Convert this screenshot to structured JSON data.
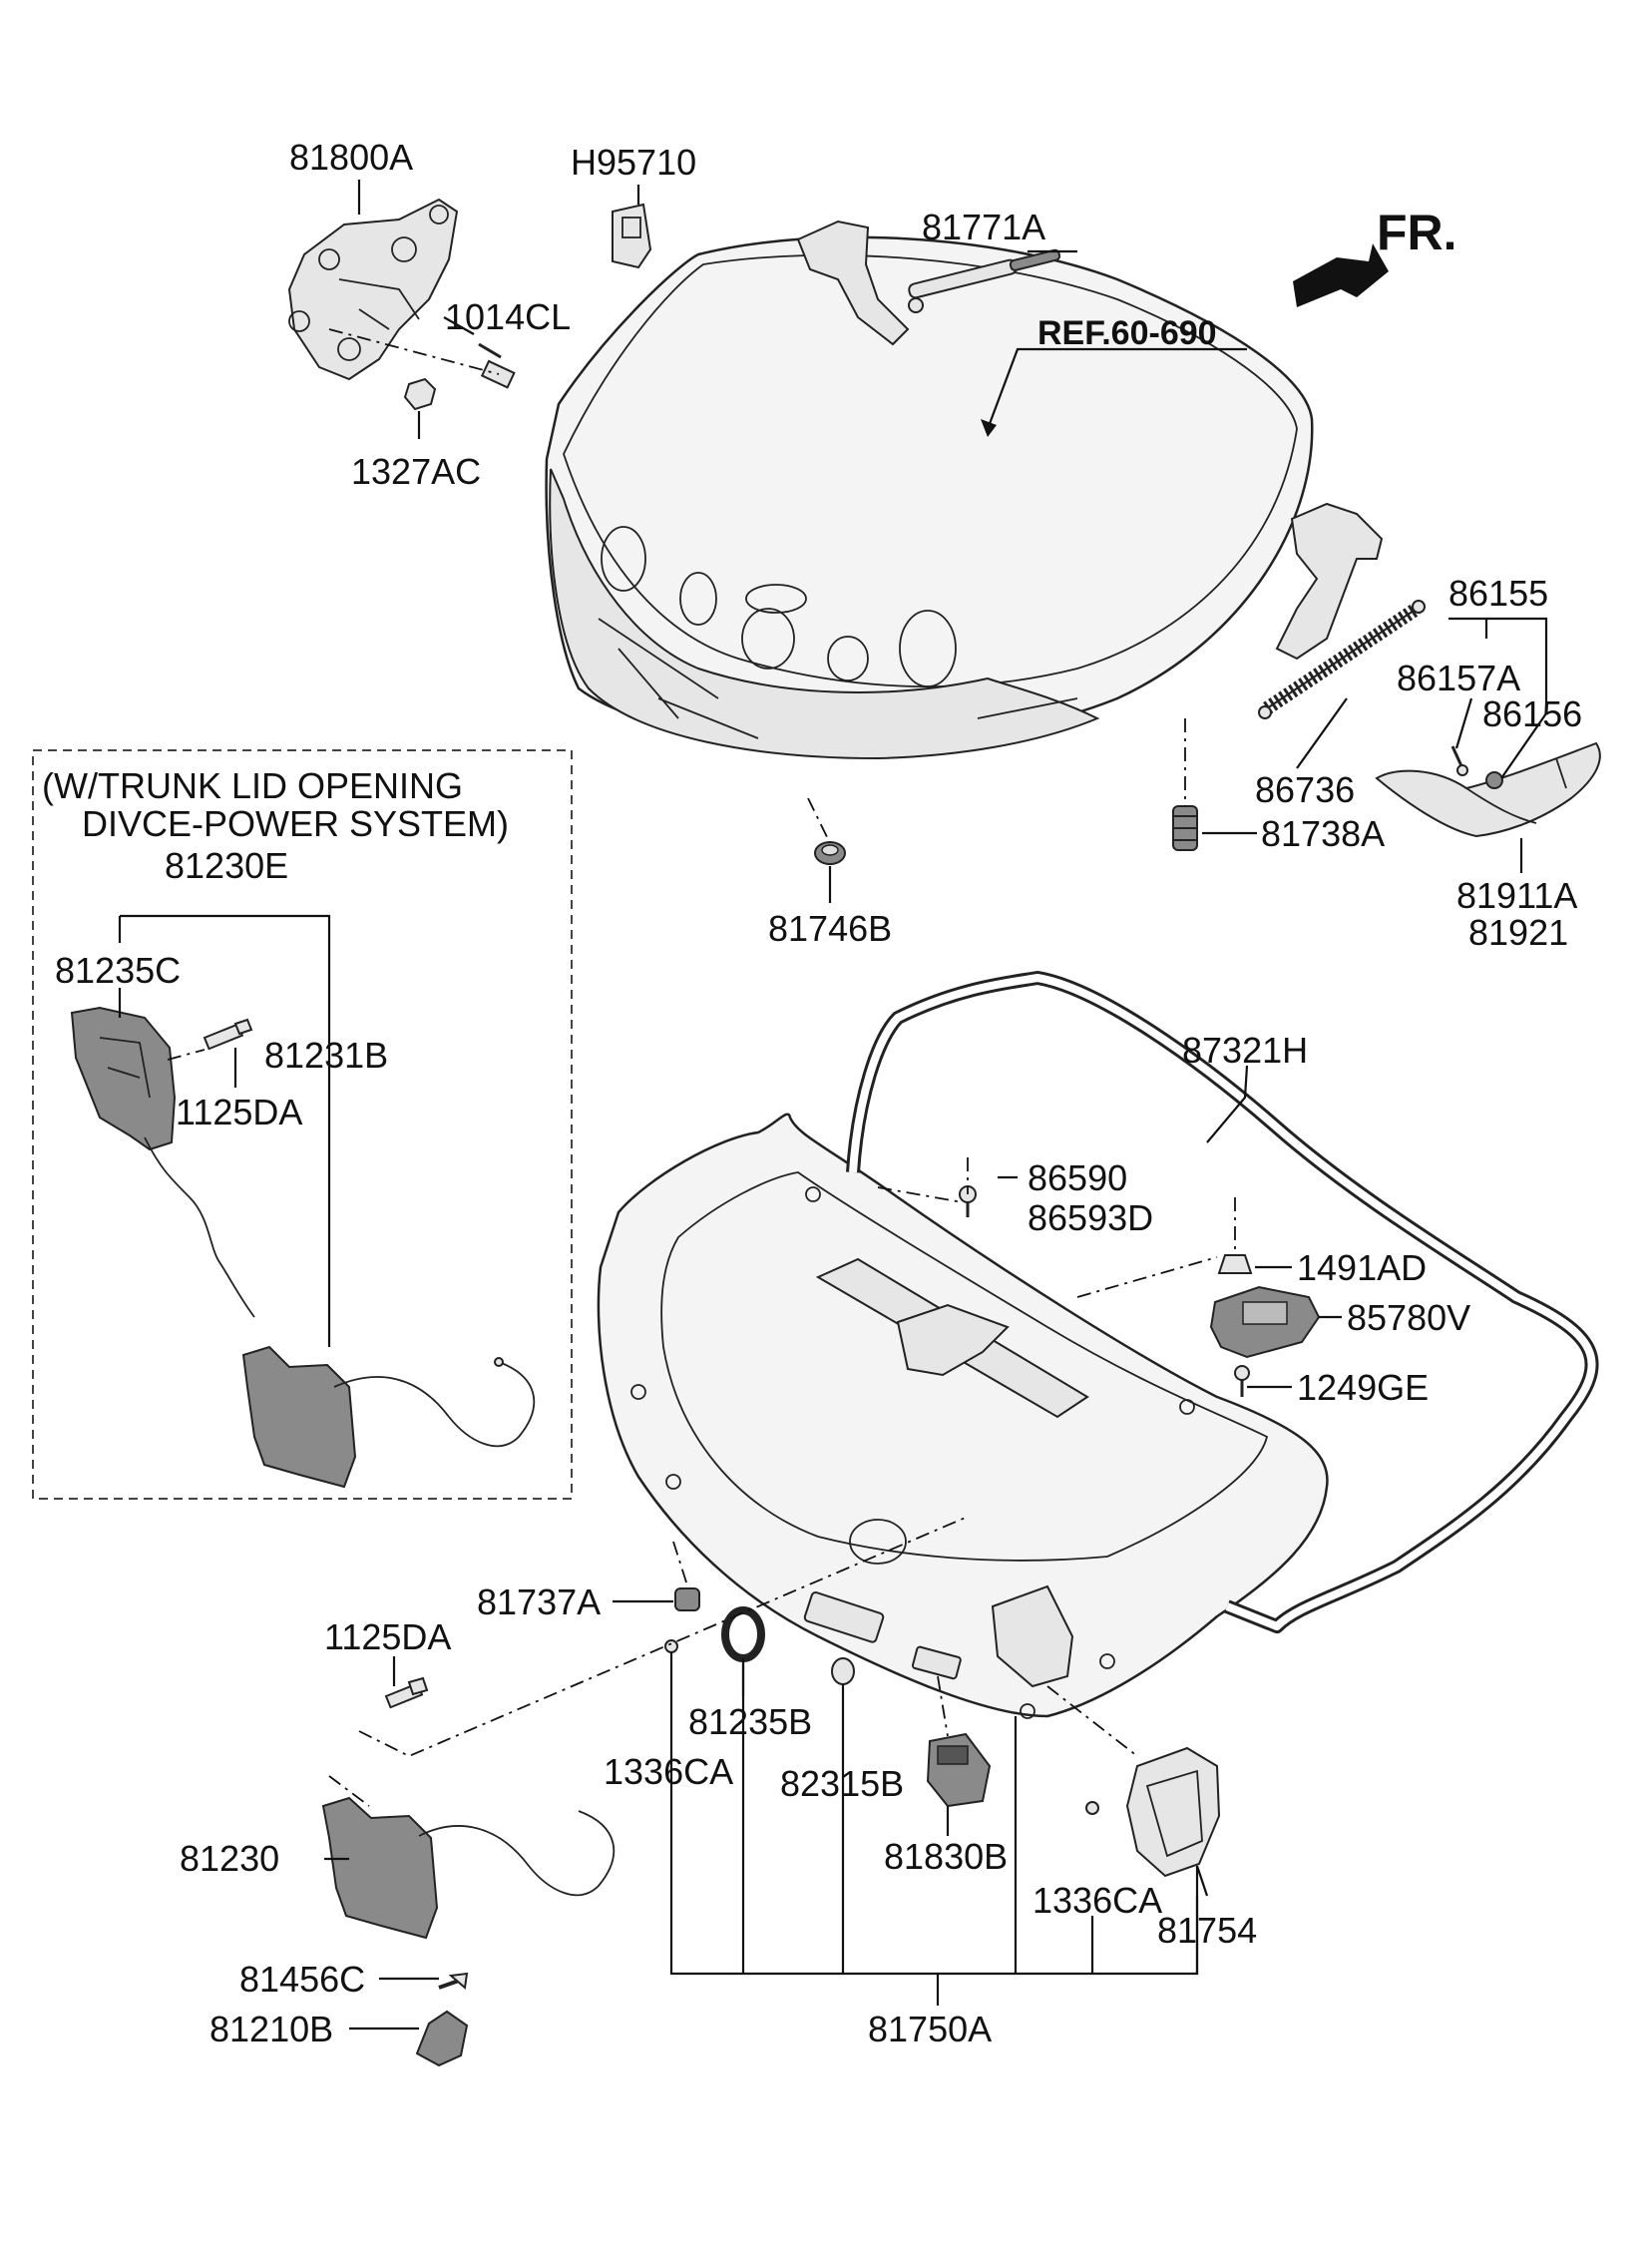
{
  "direction_label": "FR.",
  "reference_label": "REF.60-690",
  "option_box": {
    "title_line1": "(W/TRUNK LID OPENING",
    "title_line2": "DIVCE-POWER SYSTEM)"
  },
  "parts": {
    "p81800A": "81800A",
    "pH95710": "H95710",
    "p81771A": "81771A",
    "p1014CL": "1014CL",
    "p1327AC": "1327AC",
    "p86155": "86155",
    "p86157A": "86157A",
    "p86156": "86156",
    "p86736": "86736",
    "p81738A": "81738A",
    "p81911A": "81911A",
    "p81921": "81921",
    "p81746B": "81746B",
    "p81230E": "81230E",
    "p81235C": "81235C",
    "p81231B": "81231B",
    "p1125DA_box": "1125DA",
    "p87321H": "87321H",
    "p86590": "86590",
    "p86593D": "86593D",
    "p1491AD": "1491AD",
    "p85780V": "85780V",
    "p1249GE": "1249GE",
    "p81737A": "81737A",
    "p1125DA": "1125DA",
    "p81235B": "81235B",
    "p1336CA_left": "1336CA",
    "p82315B": "82315B",
    "p81830B": "81830B",
    "p1336CA_right": "1336CA",
    "p81754": "81754",
    "p81230": "81230",
    "p81456C": "81456C",
    "p81210B": "81210B",
    "p81750A": "81750A"
  }
}
